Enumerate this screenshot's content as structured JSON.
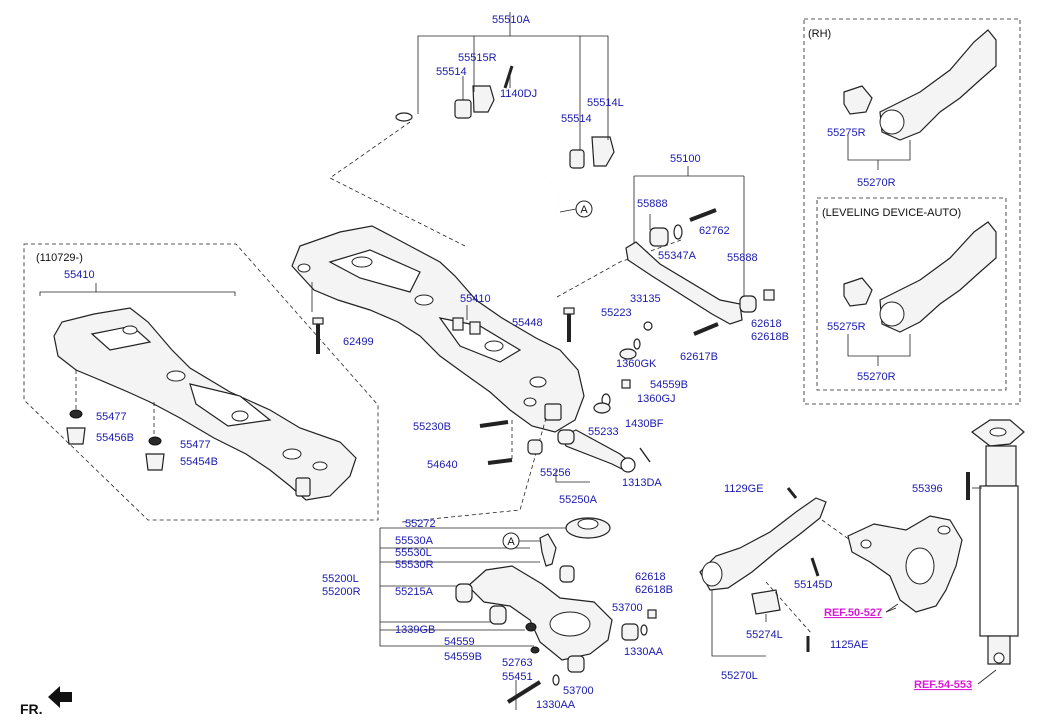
{
  "diagram": {
    "side_labels": {
      "rh": "(RH)",
      "leveling": "(LEVELING DEVICE-AUTO)",
      "date_range": "(110729-)",
      "front": "FR."
    },
    "callout": {
      "letter": "A"
    },
    "parts": {
      "p55510A": "55510A",
      "p55515R": "55515R",
      "p55514_a": "55514",
      "p1140DJ": "1140DJ",
      "p55514L": "55514L",
      "p55514_b": "55514",
      "p55100": "55100",
      "p55888_a": "55888",
      "p62762": "62762",
      "p55347A": "55347A",
      "p55888_b": "55888",
      "p62618_a": "62618",
      "p62618B_a": "62618B",
      "p62617B": "62617B",
      "p55410_a": "55410",
      "p55410_b": "55410",
      "p62499": "62499",
      "p55448": "55448",
      "p55223": "55223",
      "p33135": "33135",
      "p1360GK": "1360GK",
      "p54559B_a": "54559B",
      "p1360GJ": "1360GJ",
      "p55477_a": "55477",
      "p55456B": "55456B",
      "p55477_b": "55477",
      "p55454B": "55454B",
      "p55230B": "55230B",
      "p55233": "55233",
      "p1430BF": "1430BF",
      "p54640": "54640",
      "p55256": "55256",
      "p1313DA": "1313DA",
      "p55250A": "55250A",
      "p55272": "55272",
      "p55530A": "55530A",
      "p55530L": "55530L",
      "p55530R": "55530R",
      "p55200L": "55200L",
      "p55200R": "55200R",
      "p55215A": "55215A",
      "p1339GB": "1339GB",
      "p54559": "54559",
      "p54559B_b": "54559B",
      "p62618_b": "62618",
      "p62618B_b": "62618B",
      "p53700_a": "53700",
      "p1330AA_a": "1330AA",
      "p52763": "52763",
      "p55451": "55451",
      "p53700_b": "53700",
      "p1330AA_b": "1330AA",
      "p1129GE": "1129GE",
      "p55145D": "55145D",
      "p55274L": "55274L",
      "p1125AE": "1125AE",
      "p55270L": "55270L",
      "p55275R_a": "55275R",
      "p55270R_a": "55270R",
      "p55275R_b": "55275R",
      "p55270R_b": "55270R",
      "p55396": "55396"
    },
    "refs": {
      "ref50": "REF.50-527",
      "ref54": "REF.54-553"
    },
    "colors": {
      "label": "#1a1ab0",
      "ref": "#d81bd8",
      "line": "#222222"
    }
  }
}
